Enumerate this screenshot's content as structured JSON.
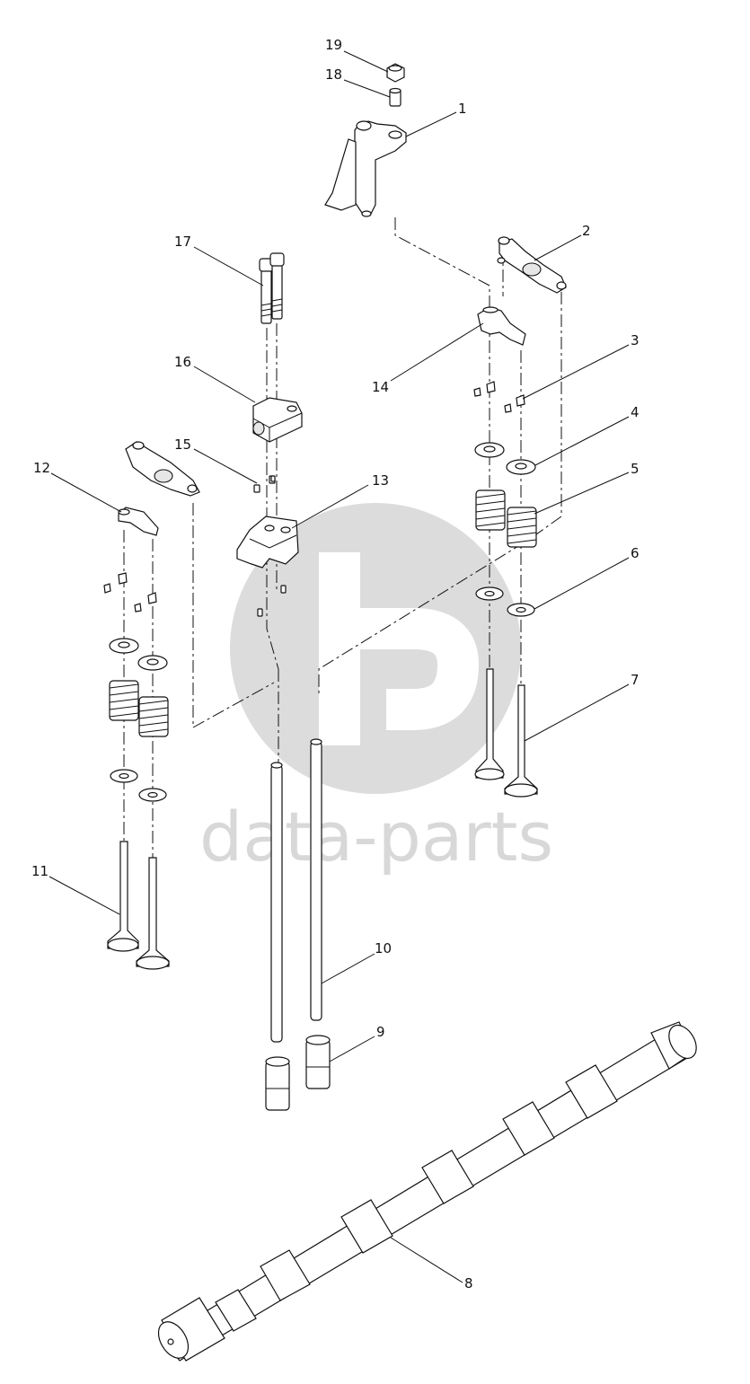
{
  "watermark": {
    "text": "data-parts",
    "color": "#d8d8d8"
  },
  "callouts": [
    {
      "id": "c1",
      "number": "1"
    },
    {
      "id": "c2",
      "number": "2"
    },
    {
      "id": "c3",
      "number": "3"
    },
    {
      "id": "c4",
      "number": "4"
    },
    {
      "id": "c5",
      "number": "5"
    },
    {
      "id": "c6",
      "number": "6"
    },
    {
      "id": "c7",
      "number": "7"
    },
    {
      "id": "c8",
      "number": "8"
    },
    {
      "id": "c9",
      "number": "9"
    },
    {
      "id": "c10",
      "number": "10"
    },
    {
      "id": "c11",
      "number": "11"
    },
    {
      "id": "c12",
      "number": "12"
    },
    {
      "id": "c13",
      "number": "13"
    },
    {
      "id": "c14",
      "number": "14"
    },
    {
      "id": "c15",
      "number": "15"
    },
    {
      "id": "c16",
      "number": "16"
    },
    {
      "id": "c17",
      "number": "17"
    },
    {
      "id": "c18",
      "number": "18"
    },
    {
      "id": "c19",
      "number": "19"
    }
  ]
}
